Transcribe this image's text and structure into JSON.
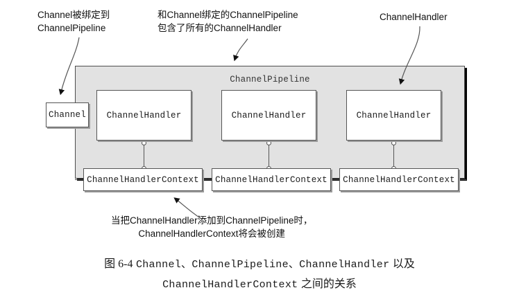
{
  "figure": {
    "pipeline_label": "ChannelPipeline",
    "channel_label": "Channel",
    "handler_label": "ChannelHandler",
    "context_label": "ChannelHandlerContext",
    "handlers": [
      {
        "label": "ChannelHandler"
      },
      {
        "label": "ChannelHandler"
      },
      {
        "label": "ChannelHandler"
      }
    ],
    "contexts": [
      {
        "label": "ChannelHandlerContext"
      },
      {
        "label": "ChannelHandlerContext"
      },
      {
        "label": "ChannelHandlerContext"
      }
    ]
  },
  "annotations": [
    {
      "id": "channel-binding",
      "line1": "Channel被绑定到",
      "line2": "ChannelPipeline"
    },
    {
      "id": "pipeline-contains",
      "line1": "和Channel绑定的ChannelPipeline",
      "line2": "包含了所有的ChannelHandler"
    },
    {
      "id": "handler-pointer",
      "line1": "ChannelHandler",
      "line2": ""
    },
    {
      "id": "context-created",
      "line1": "当把ChannelHandler添加到ChannelPipeline时，",
      "line2": "ChannelHandlerContext将会被创建"
    }
  ],
  "caption": {
    "number": "图 6-4",
    "line1_mono": "Channel、ChannelPipeline、ChannelHandler",
    "line1_cn_tail": "以及",
    "line2_mono": "ChannelHandlerContext",
    "line2_cn_tail": "之间的关系"
  },
  "colors": {
    "pipeline_fill": "#e2e2e2",
    "node_fill": "#ffffff",
    "stroke": "#555555",
    "shadow": "#9a9a9a",
    "text": "#1a1a1a"
  }
}
